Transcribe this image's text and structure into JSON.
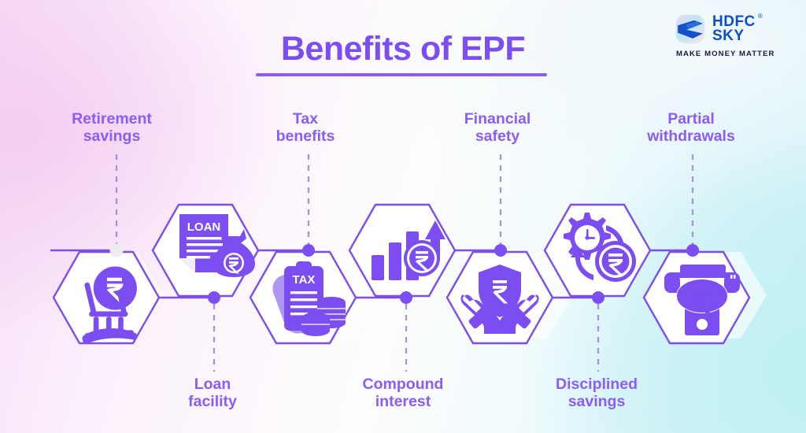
{
  "header": {
    "title": "Benefits of EPF",
    "logo": {
      "mark": "hdfc-sky-swirl-logo",
      "line1": "HDFC",
      "line2": "SKY",
      "registered": "®",
      "tagline": "MAKE MONEY MATTER"
    }
  },
  "theme": {
    "accent": "#7c4df0",
    "label_color": "#8b5cf6",
    "hex_fill": "#ffffff",
    "dashed_line": "#a98ce8",
    "logo_blue": "#0b4ec9",
    "bg_left": "#f3cdf2",
    "bg_right": "#c9f0f6"
  },
  "benefits": [
    {
      "id": "retirement-savings",
      "label_line1": "Retirement",
      "label_line2": "savings",
      "position": "top",
      "icon": "rocking-chair-rupee-icon",
      "icon_caption": ""
    },
    {
      "id": "loan-facility",
      "label_line1": "Loan",
      "label_line2": "facility",
      "position": "bottom",
      "icon": "loan-document-money-bag-icon",
      "icon_caption": "LOAN"
    },
    {
      "id": "tax-benefits",
      "label_line1": "Tax",
      "label_line2": "benefits",
      "position": "top",
      "icon": "tax-document-coins-icon",
      "icon_caption": "TAX"
    },
    {
      "id": "compound-interest",
      "label_line1": "Compound",
      "label_line2": "interest",
      "position": "bottom",
      "icon": "growth-bar-chart-rupee-icon",
      "icon_caption": ""
    },
    {
      "id": "financial-safety",
      "label_line1": "Financial",
      "label_line2": "safety",
      "position": "top",
      "icon": "shield-rupee-hands-icon",
      "icon_caption": ""
    },
    {
      "id": "disciplined-savings",
      "label_line1": "Disciplined",
      "label_line2": "savings",
      "position": "bottom",
      "icon": "gear-clock-cycle-rupee-icon",
      "icon_caption": ""
    },
    {
      "id": "partial-withdrawals",
      "label_line1": "Partial",
      "label_line2": "withdrawals",
      "position": "top",
      "icon": "atm-machine-rupee-icon",
      "icon_caption": ""
    }
  ]
}
